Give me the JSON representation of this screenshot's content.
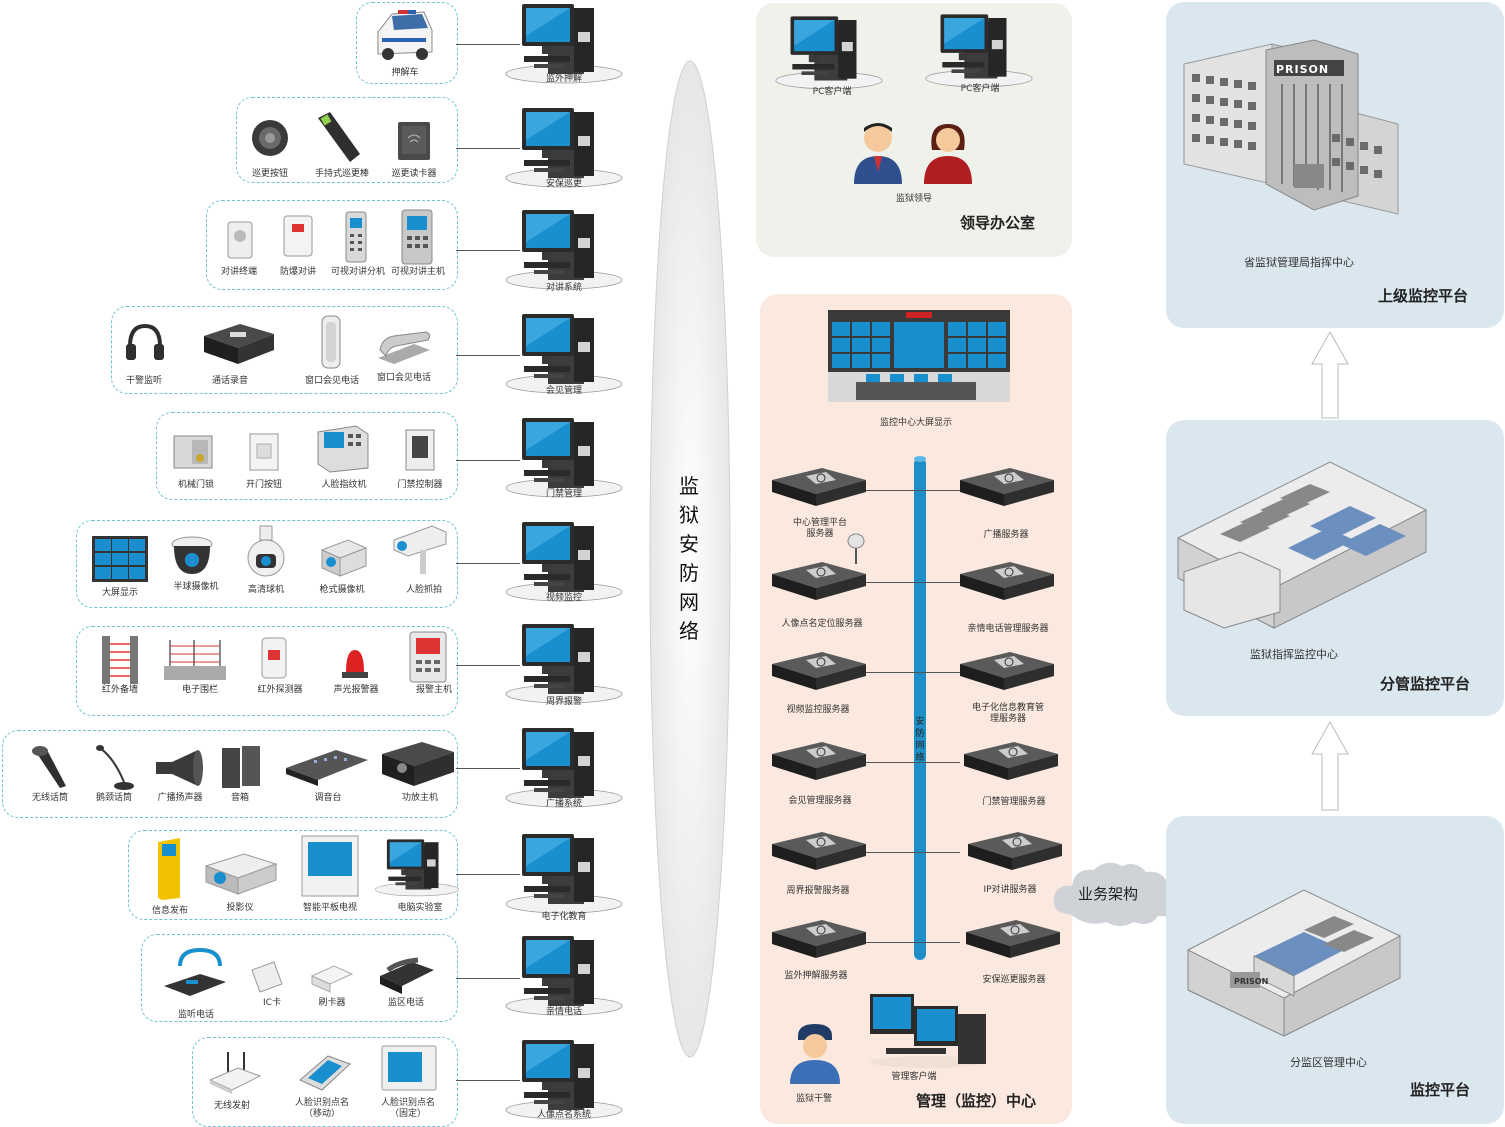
{
  "network_label": "监狱安防网络",
  "subsystems": [
    {
      "terminal": "监外押解",
      "devices": [
        {
          "label": "押解车",
          "icon": "police-van"
        }
      ]
    },
    {
      "terminal": "安保巡更",
      "devices": [
        {
          "label": "巡更按钮",
          "icon": "patrol-button"
        },
        {
          "label": "手持式巡更棒",
          "icon": "patrol-stick"
        },
        {
          "label": "巡更读卡器",
          "icon": "card-reader"
        }
      ]
    },
    {
      "terminal": "对讲系统",
      "devices": [
        {
          "label": "对讲终端",
          "icon": "intercom-terminal"
        },
        {
          "label": "防爆对讲",
          "icon": "explosion-proof-intercom"
        },
        {
          "label": "可视对讲分机",
          "icon": "video-intercom-extension"
        },
        {
          "label": "可视对讲主机",
          "icon": "video-intercom-host"
        }
      ]
    },
    {
      "terminal": "会见管理",
      "devices": [
        {
          "label": "干警监听",
          "icon": "headset"
        },
        {
          "label": "通话录音",
          "icon": "recorder"
        },
        {
          "label": "窗口会见电话",
          "icon": "wall-phone"
        },
        {
          "label": "窗口会见电话",
          "icon": "desk-phone"
        }
      ]
    },
    {
      "terminal": "门禁管理",
      "devices": [
        {
          "label": "机械门锁",
          "icon": "door-lock"
        },
        {
          "label": "开门按钮",
          "icon": "exit-button"
        },
        {
          "label": "人脸指纹机",
          "icon": "face-fingerprint"
        },
        {
          "label": "门禁控制器",
          "icon": "access-controller"
        }
      ]
    },
    {
      "terminal": "视频监控",
      "devices": [
        {
          "label": "大屏显示",
          "icon": "video-wall"
        },
        {
          "label": "半球摄像机",
          "icon": "dome-camera"
        },
        {
          "label": "高清球机",
          "icon": "ptz-camera"
        },
        {
          "label": "枪式摄像机",
          "icon": "box-camera"
        },
        {
          "label": "人脸抓拍",
          "icon": "face-capture"
        }
      ]
    },
    {
      "terminal": "周界报警",
      "devices": [
        {
          "label": "红外备墙",
          "icon": "infrared-fence"
        },
        {
          "label": "电子围栏",
          "icon": "electric-fence"
        },
        {
          "label": "红外探测器",
          "icon": "infrared-detector"
        },
        {
          "label": "声光报警器",
          "icon": "alarm-light"
        },
        {
          "label": "报警主机",
          "icon": "alarm-host"
        }
      ]
    },
    {
      "terminal": "广播系统",
      "devices": [
        {
          "label": "无线话筒",
          "icon": "microphone"
        },
        {
          "label": "鹅颈话筒",
          "icon": "gooseneck-mic"
        },
        {
          "label": "广播扬声器",
          "icon": "horn-speaker"
        },
        {
          "label": "音箱",
          "icon": "speaker"
        },
        {
          "label": "调音台",
          "icon": "mixer"
        },
        {
          "label": "功放主机",
          "icon": "amplifier"
        }
      ]
    },
    {
      "terminal": "电子化教育",
      "devices": [
        {
          "label": "信息发布",
          "icon": "kiosk"
        },
        {
          "label": "投影仪",
          "icon": "projector"
        },
        {
          "label": "智能平板电视",
          "icon": "smart-tv"
        },
        {
          "label": "电脑实验室",
          "icon": "computer"
        }
      ]
    },
    {
      "terminal": "亲情电话",
      "devices": [
        {
          "label": "监听电话",
          "icon": "monitor-phone"
        },
        {
          "label": "IC卡",
          "icon": "ic-card"
        },
        {
          "label": "刷卡器",
          "icon": "card-swiper"
        },
        {
          "label": "监区电话",
          "icon": "phone"
        }
      ]
    },
    {
      "terminal": "人像点名系统",
      "devices": [
        {
          "label": "无线发射",
          "icon": "wireless-router"
        },
        {
          "label": "人脸识别点名\n（移动）",
          "icon": "mobile-terminal"
        },
        {
          "label": "人脸识别点名\n（固定）",
          "icon": "fixed-terminal"
        }
      ]
    }
  ],
  "leadership_office": {
    "title": "领导办公室",
    "clients": [
      "PC客户端",
      "PC客户端"
    ],
    "leaders_label": "监狱领导"
  },
  "control_center": {
    "title": "管理（监控）中心",
    "video_wall_label": "监控中心大屏显示",
    "backbone_label": "安防网络",
    "servers_left": [
      "中心管理平台\n服务器",
      "人像点名定位服务器",
      "视频监控服务器",
      "会见管理服务器",
      "周界报警服务器",
      "监外押解服务器"
    ],
    "servers_right": [
      "广播服务器",
      "亲情电话管理服务器",
      "电子化信息教育管\n理服务器",
      "门禁管理服务器",
      "IP对讲服务器",
      "安保巡更服务器"
    ],
    "client_label": "管理客户端",
    "guard_label": "监狱干警"
  },
  "business_cloud": "业务架构",
  "platforms": [
    {
      "title": "上级监控平台",
      "building_label": "省监狱管理局指挥中心",
      "sign": "PRISON"
    },
    {
      "title": "分管监控平台",
      "building_label": "监狱指挥监控中心"
    },
    {
      "title": "监控平台",
      "building_label": "分监区管理中心",
      "sign": "PRISON"
    }
  ],
  "colors": {
    "accent_blue": "#1f8fc7",
    "dash_border": "#6fc1cf",
    "leader_panel": "#eff2ea",
    "center_panel": "#fbe9df",
    "platform_panel": "#dbe7ef"
  }
}
